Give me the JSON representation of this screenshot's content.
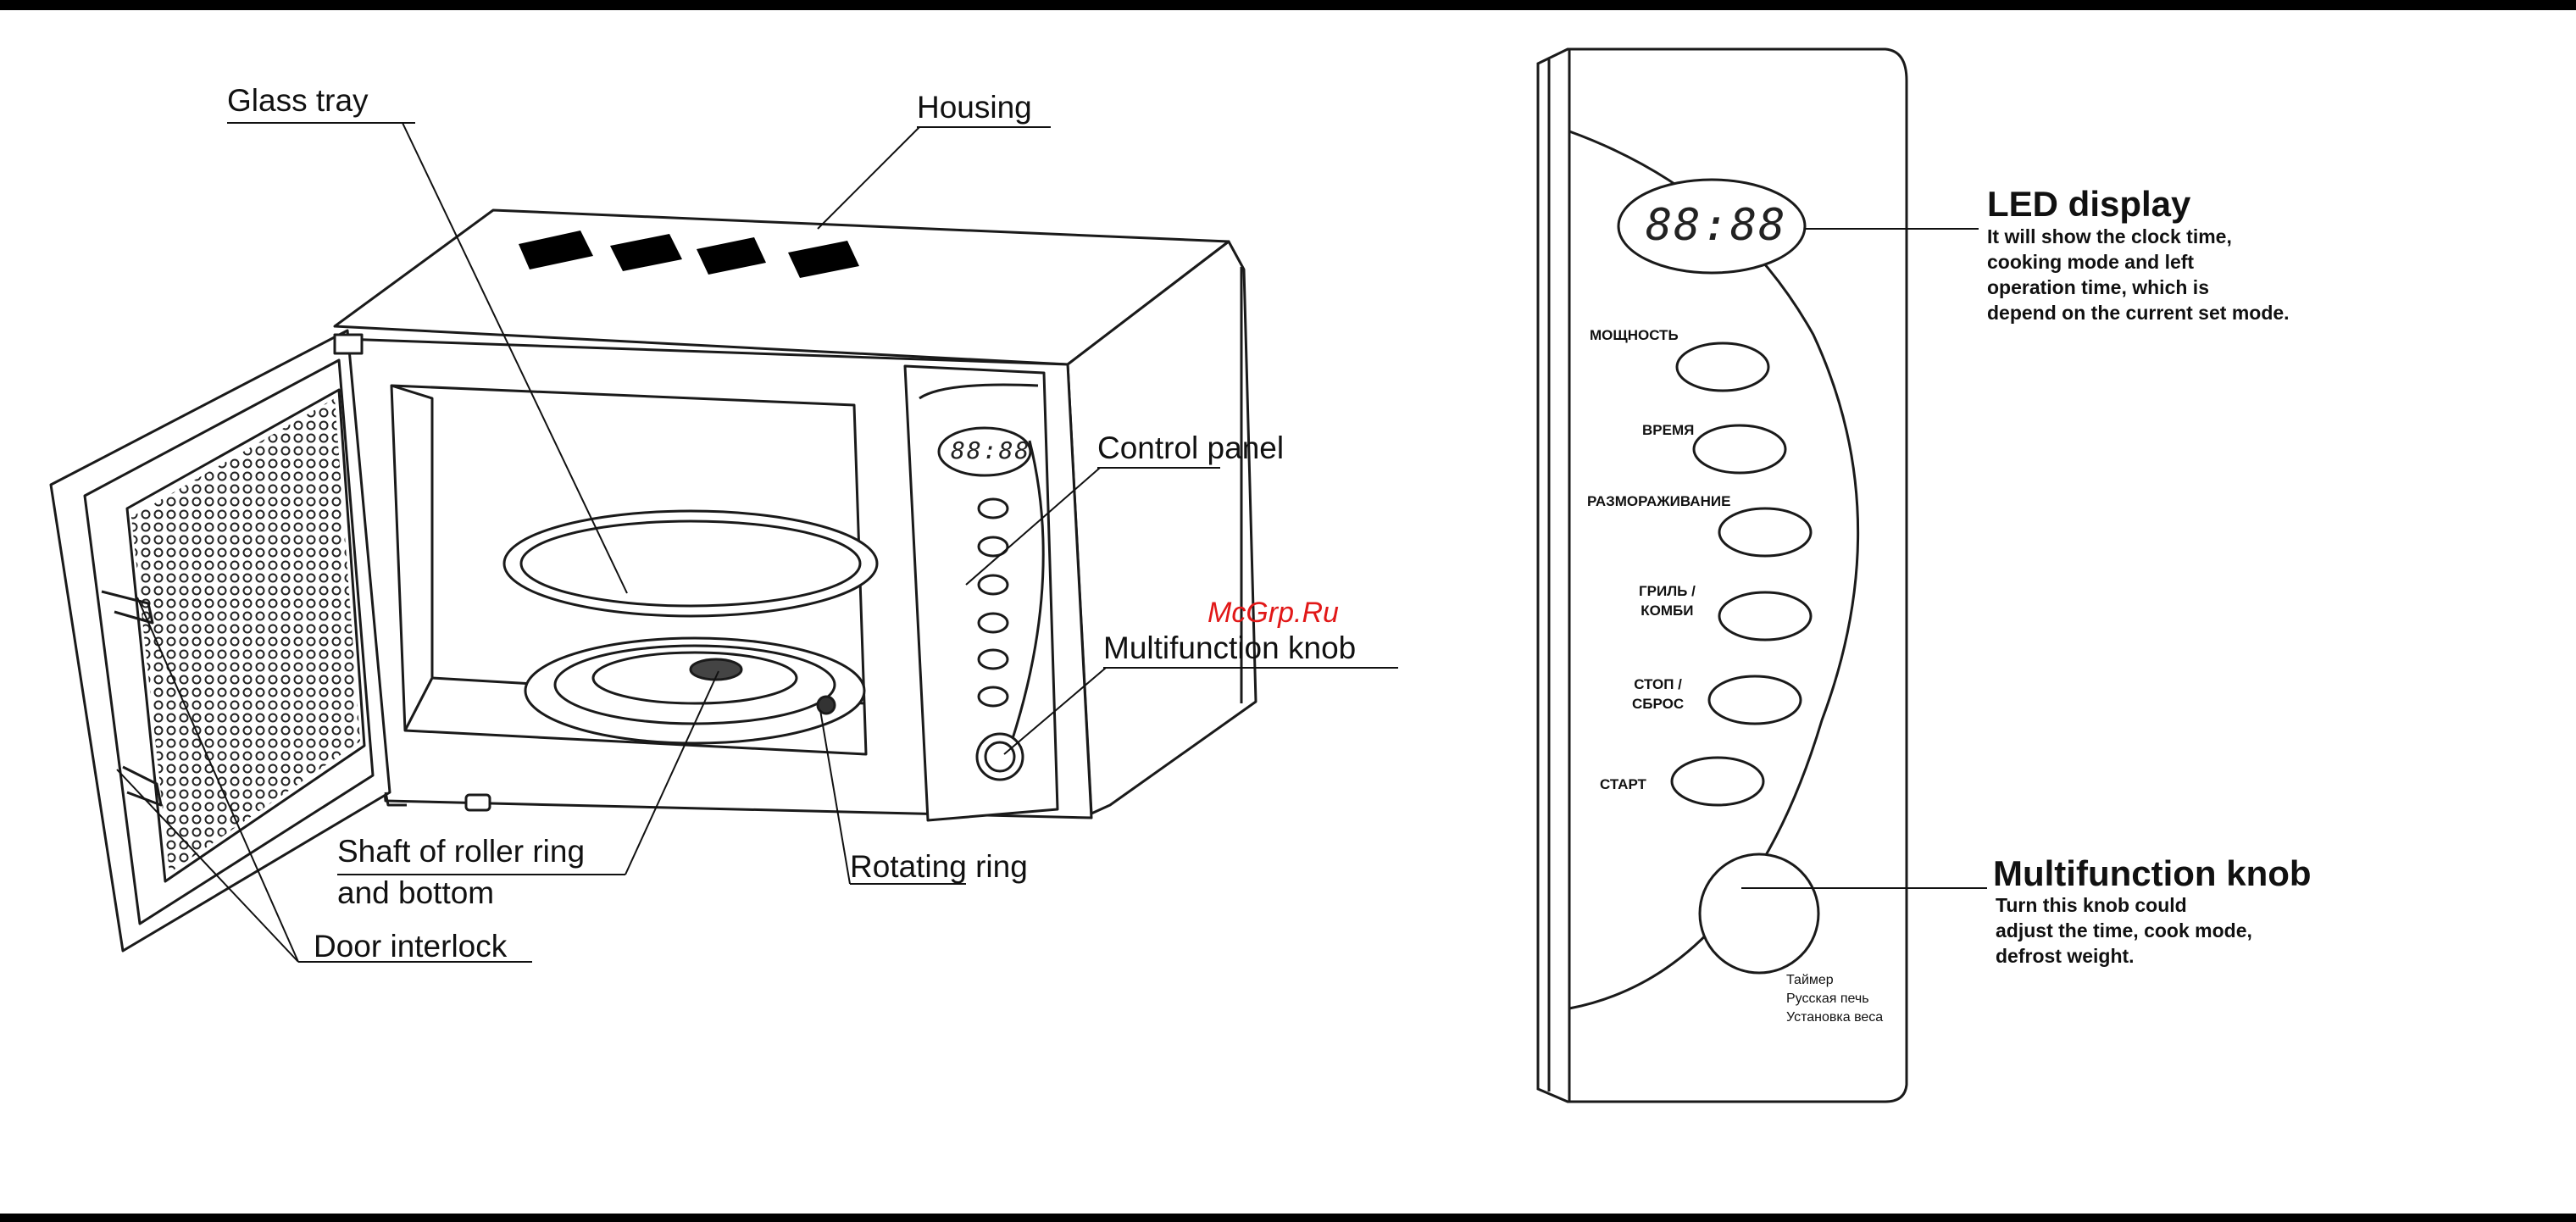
{
  "oven_labels": {
    "glass_tray": "Glass tray",
    "housing": "Housing",
    "control_panel": "Control panel",
    "multifunction_knob": "Multifunction knob",
    "shaft_line1": "Shaft of roller ring",
    "shaft_line2": "and bottom",
    "rotating_ring": "Rotating ring",
    "door_interlock": "Door interlock"
  },
  "oven_display_digits": "88:88",
  "watermark": "McGrp.Ru",
  "panel": {
    "display_digits": "88:88",
    "buttons": [
      "МОЩНОСТЬ",
      "ВРЕМЯ",
      "РАЗМОРАЖИВАНИЕ",
      "ГРИЛЬ /\nКОМБИ",
      "СТОП /\nСБРОС",
      "СТАРТ"
    ],
    "knob_modes": "Таймер\nРусская печь\nУстановка веса"
  },
  "callouts": {
    "led_title": "LED display",
    "led_desc": "It will show the clock time,\ncooking mode and left\noperation time, which is\ndepend on the current set mode.",
    "knob_title": "Multifunction knob",
    "knob_desc": "Turn this knob could\nadjust the time, cook mode,\ndefrost weight."
  },
  "colors": {
    "bars": "#000000",
    "ink": "#111111",
    "watermark": "#e11818"
  }
}
